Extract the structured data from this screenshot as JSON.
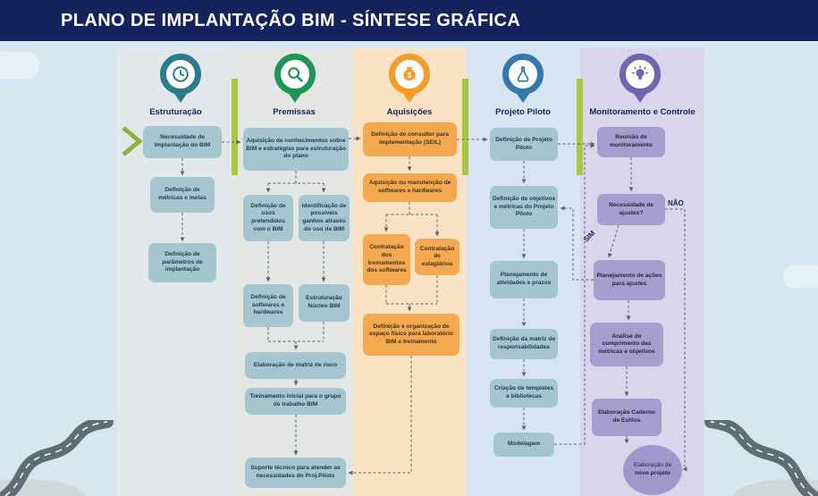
{
  "header": {
    "title": "PLANO DE IMPLANTAÇÃO BIM - SÍNTESE GRÁFICA"
  },
  "columns": [
    {
      "label": "Estruturação",
      "icon": "clock-icon",
      "boxes": [
        "Necessidade de Implantação do BIM",
        "Definição de métricas e metas",
        "Definição de parâmetros de implantação"
      ]
    },
    {
      "label": "Premissas",
      "icon": "magnifier-icon",
      "boxes": [
        "Aquisição de conhecimentos sobre BIM e estratégias para estruturação do plano",
        "Definição de usos pretendidos com o BIM",
        "Identificação de possíveis ganhos através do uso de BIM",
        "Definição de softwares e hardwares",
        "Estruturação Núcleo BIM",
        "Elaboração de matriz de risco",
        "Treinamento inicial para o grupo de trabalho BIM",
        "Suporte técnico para atender as necessidades do Proj.Piloto"
      ]
    },
    {
      "label": "Aquisições",
      "icon": "money-bag-icon",
      "boxes": [
        "Definição de consultor para implementação (SEIL)",
        "Aquisição ou manutenção de softwares e hardwares",
        "Contratação dos treinamentos dos softwares",
        "Contratação de estagiários",
        "Definição e organização de espaço físico para laboratório BIM e treinamento"
      ]
    },
    {
      "label": "Projeto Piloto",
      "icon": "flask-icon",
      "boxes": [
        "Definição de Projeto Piloto",
        "Definição de objetivos e métricas do Projeto Piloto",
        "Planejamento de atividades e prazos",
        "Definição da matriz de responsabilidades",
        "Criação de templates e bibliotecas",
        "Modelagem"
      ]
    },
    {
      "label": "Monitoramento e Controle",
      "icon": "lightbulb-icon",
      "boxes": [
        "Reunião de monitoramento",
        "Necessidade de ajustes?",
        "Planejamento de ações para ajustes",
        "Análise do cumprimento das métricas e objetivos",
        "Elaboração Caderno de Estilos"
      ],
      "final_node": {
        "line1": "Elaboração de",
        "line2": "novo projeto"
      }
    }
  ],
  "decision": {
    "no": "NÃO",
    "yes": "SIM"
  },
  "colors": {
    "header_bg": "#15235c",
    "background": "#d6e7f1",
    "column_bg": [
      "#e2e7e9",
      "#e4e6e3",
      "#fbe2c4",
      "#d7e5f3",
      "#d9d5ea"
    ],
    "node_teal": "#a5c6cf",
    "node_orange": "#f4a84f",
    "node_purple": "#a59fd0",
    "divider_green": "#a9c83f",
    "column_accents": [
      "#2a7d8c",
      "#1e9655",
      "#f49b2a",
      "#3379ad",
      "#6f66ad"
    ]
  }
}
